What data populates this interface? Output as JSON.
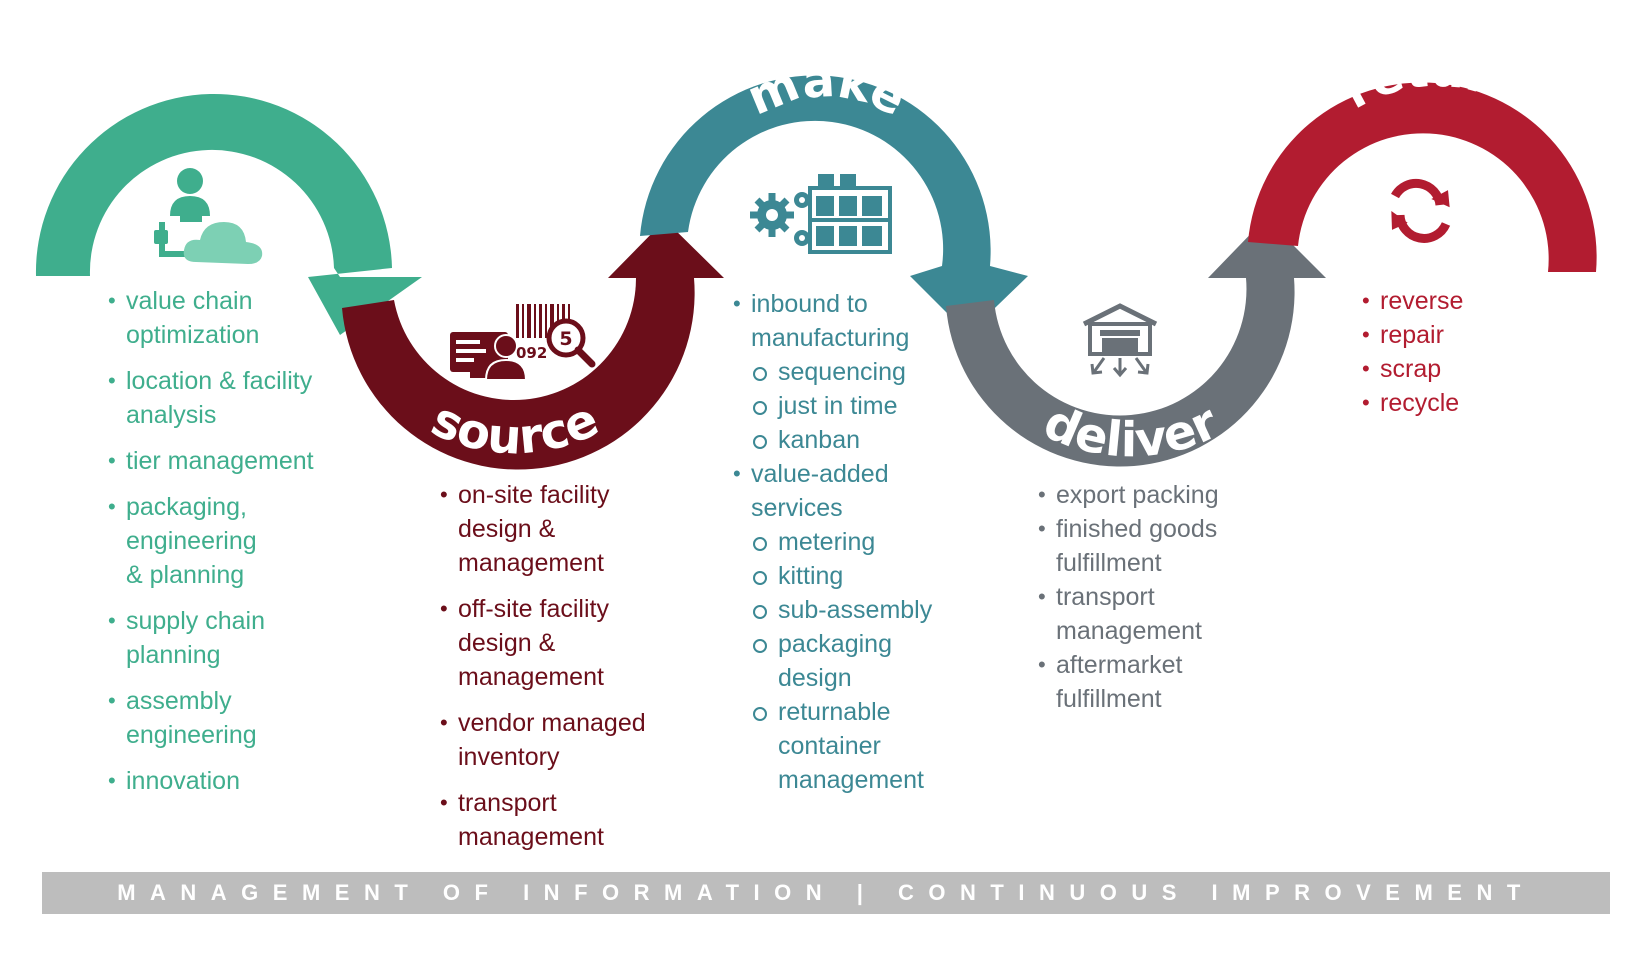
{
  "stages": {
    "engineer": {
      "title": "engineer",
      "color": "#3fae8d",
      "icon": "engineer-cloud-icon",
      "items": [
        "value chain optimization",
        "location & facility analysis",
        "tier management",
        "packaging, engineering & planning",
        "supply chain planning",
        "assembly engineering",
        "innovation"
      ]
    },
    "source": {
      "title": "source",
      "color": "#6b0e1a",
      "icon": "barcode-search-icon",
      "barcode_number": "092",
      "badge_number": "5",
      "items": [
        "on-site facility design & management",
        "off-site facility design & management",
        "vendor managed inventory",
        "transport management"
      ]
    },
    "make": {
      "title": "make",
      "color": "#3c8894",
      "icon": "gears-shelving-icon",
      "items": [
        {
          "label": "inbound to manufacturing",
          "sub": [
            "sequencing",
            "just in time",
            "kanban"
          ]
        },
        {
          "label": "value-added services",
          "sub": [
            "metering",
            "kitting",
            "sub-assembly",
            "packaging design",
            "returnable container management"
          ]
        }
      ]
    },
    "deliver": {
      "title": "deliver",
      "color": "#6a7178",
      "icon": "warehouse-icon",
      "items": [
        "export packing",
        "finished goods fulfillment",
        "transport management",
        "aftermarket fulfillment"
      ]
    },
    "return": {
      "title": "return",
      "color": "#b21c30",
      "icon": "recycle-arrows-icon",
      "items": [
        "reverse",
        "repair",
        "scrap",
        "recycle"
      ]
    }
  },
  "footer": {
    "text": "MANAGEMENT OF INFORMATION | CONTINUOUS IMPROVEMENT"
  }
}
